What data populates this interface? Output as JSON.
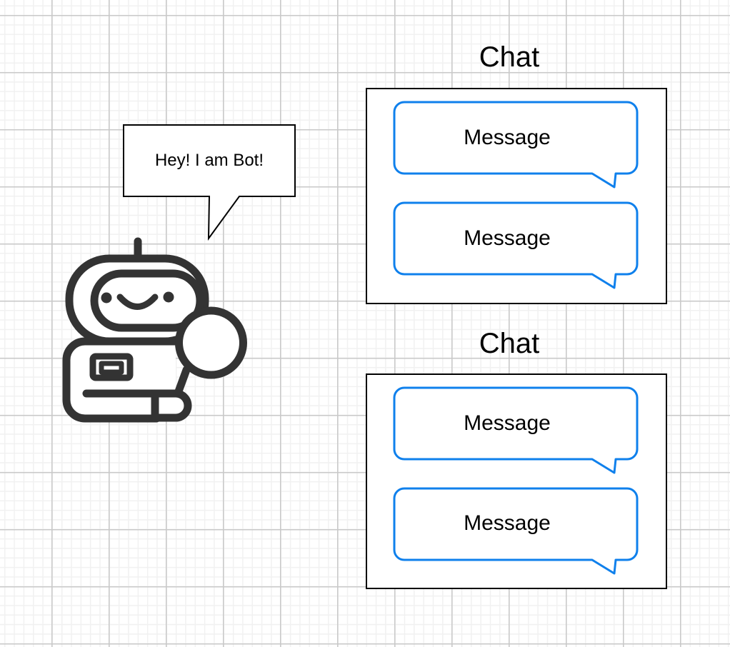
{
  "canvas": {
    "background": "#ffffff",
    "grid_minor_color": "#f1f1f1",
    "grid_major_color": "#c9c9c9"
  },
  "colors": {
    "message_bubble_blue": "#0F80EC",
    "container_border": "#000000",
    "robot_dark": "#333333",
    "text": "#000000"
  },
  "callout": {
    "text": "Hey! I am Bot!"
  },
  "robot": {
    "icon": "robot-with-magnifier-icon"
  },
  "sections": [
    {
      "title": "Chat",
      "messages": [
        {
          "label": "Message"
        },
        {
          "label": "Message"
        }
      ]
    },
    {
      "title": "Chat",
      "messages": [
        {
          "label": "Message"
        },
        {
          "label": "Message"
        }
      ]
    }
  ]
}
